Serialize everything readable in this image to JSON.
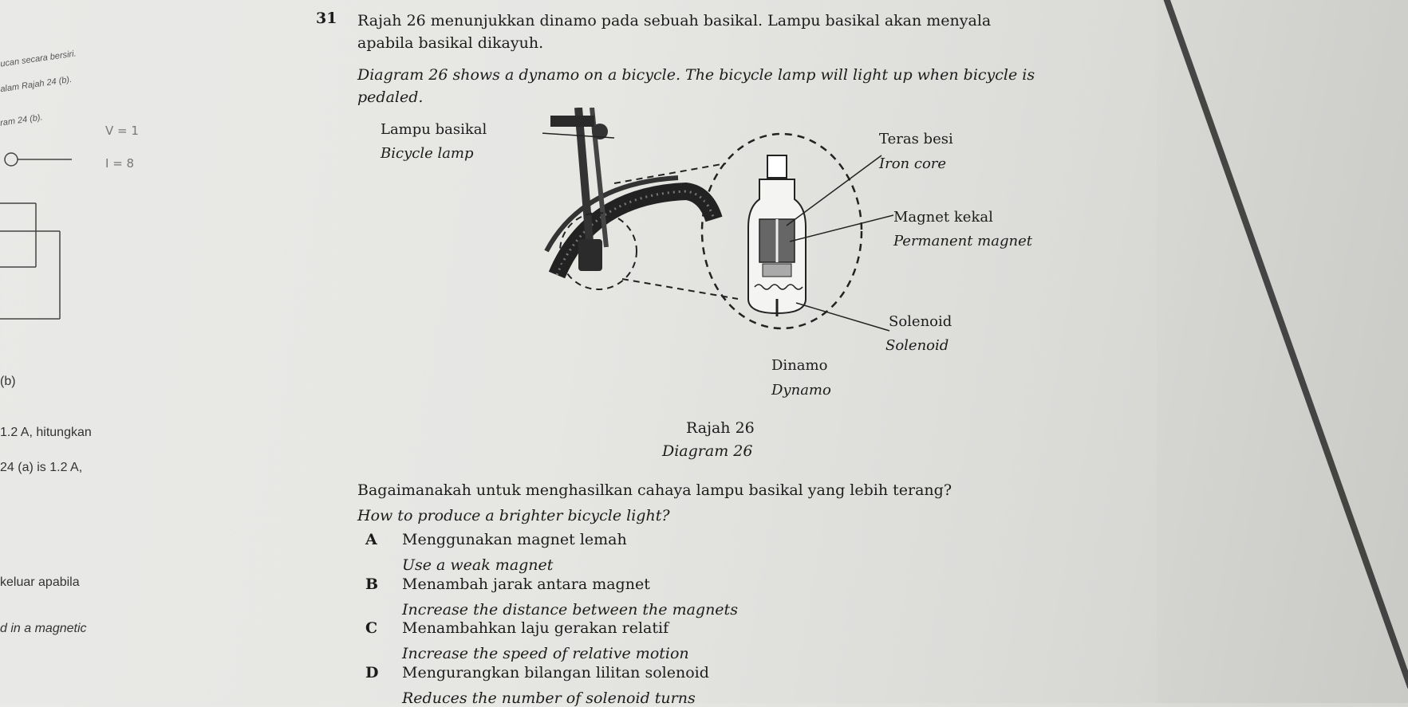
{
  "question": {
    "number": "31",
    "text_ms": "Rajah 26 menunjukkan dinamo pada sebuah basikal. Lampu basikal akan menyala apabila basikal dikayuh.",
    "text_en": "Diagram 26 shows a dynamo on a bicycle. The bicycle lamp will light up when bicycle is pedaled.",
    "stem_ms": "Bagaimanakah untuk menghasilkan cahaya lampu basikal yang lebih terang?",
    "stem_en": "How to produce a brighter bicycle light?",
    "options": [
      {
        "letter": "A",
        "ms": "Menggunakan magnet lemah",
        "en": "Use a weak magnet"
      },
      {
        "letter": "B",
        "ms": "Menambah jarak antara magnet",
        "en": "Increase the distance between the magnets"
      },
      {
        "letter": "C",
        "ms": "Menambahkan laju gerakan relatif",
        "en": "Increase the speed of relative motion"
      },
      {
        "letter": "D",
        "ms": "Mengurangkan bilangan lilitan solenoid",
        "en": "Reduces the number of solenoid turns"
      }
    ]
  },
  "diagram": {
    "lamp_ms": "Lampu basikal",
    "lamp_en": "Bicycle lamp",
    "core_ms": "Teras besi",
    "core_en": "Iron core",
    "magnet_ms": "Magnet kekal",
    "magnet_en": "Permanent magnet",
    "solenoid_ms": "Solenoid",
    "solenoid_en": "Solenoid",
    "dynamo_ms": "Dinamo",
    "dynamo_en": "Dynamo",
    "caption_ms": "Rajah 26",
    "caption_en": "Diagram 26"
  },
  "previous_page": {
    "t1": "1.2 A, hitungkan",
    "t2": "24 (a) is 1.2 A,",
    "t3": "keluar apabila",
    "t4": "d in a magnetic",
    "t5": "(b)",
    "t6": "ucan secara bersiri.",
    "t7": "alam Rajah 24 (b).",
    "t8": "ram 24 (b).",
    "hand1": "V = 1",
    "hand2": "I = 8"
  }
}
